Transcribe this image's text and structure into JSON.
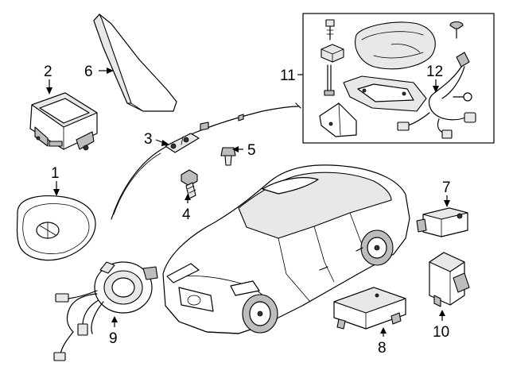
{
  "callouts": [
    {
      "id": "1",
      "label": "1"
    },
    {
      "id": "2",
      "label": "2"
    },
    {
      "id": "3",
      "label": "3"
    },
    {
      "id": "4",
      "label": "4"
    },
    {
      "id": "5",
      "label": "5"
    },
    {
      "id": "6",
      "label": "6"
    },
    {
      "id": "7",
      "label": "7"
    },
    {
      "id": "8",
      "label": "8"
    },
    {
      "id": "9",
      "label": "9"
    },
    {
      "id": "10",
      "label": "10"
    },
    {
      "id": "11",
      "label": "11"
    },
    {
      "id": "12",
      "label": "12"
    }
  ],
  "parts": {
    "p1": "driver-airbag-icon",
    "p2": "passenger-airbag-icon",
    "p3": "curtain-airbag-icon",
    "p4": "mounting-bolt-icon",
    "p5": "push-clip-icon",
    "p6": "seat-airbag-cover-icon",
    "p7": "impact-sensor-icon",
    "p8": "control-module-icon",
    "p9": "clockspring-icon",
    "p10": "rollover-sensor-icon",
    "p11": "seat-airbag-kit-icon",
    "p12": "wiring-harness-icon"
  },
  "colors": {
    "line": "#000000",
    "background": "#ffffff",
    "box": "#000000"
  }
}
